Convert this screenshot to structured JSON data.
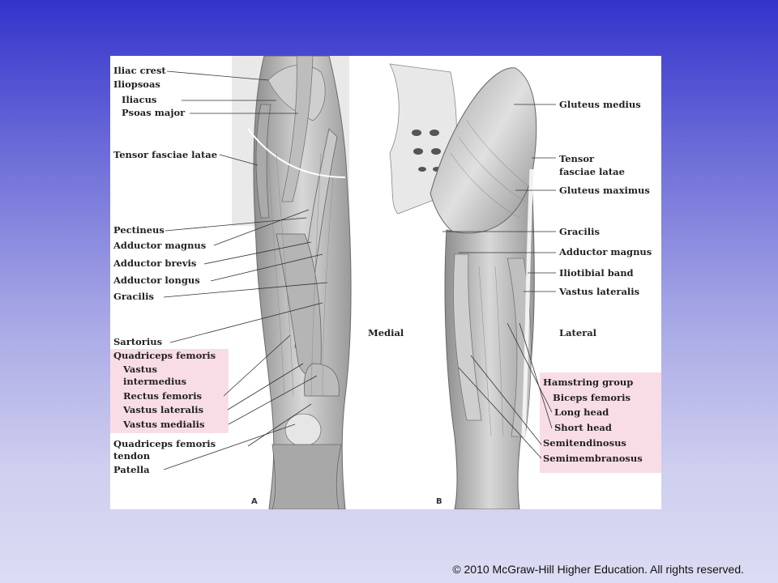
{
  "figure": {
    "a": {
      "labels": {
        "iliac_crest": "Iliac crest",
        "iliopsoas": "Iliopsoas",
        "iliacus": "Iliacus",
        "psoas_major": "Psoas major",
        "tensor_fasciae_latae": "Tensor fasciae latae",
        "pectineus": "Pectineus",
        "adductor_magnus": "Adductor magnus",
        "adductor_brevis": "Adductor brevis",
        "adductor_longus": "Adductor longus",
        "gracilis": "Gracilis",
        "sartorius": "Sartorius",
        "quadriceps_femoris": "Quadriceps femoris",
        "vastus_intermedius_1": "Vastus",
        "vastus_intermedius_2": "intermedius",
        "rectus_femoris": "Rectus femoris",
        "vastus_lateralis": "Vastus lateralis",
        "vastus_medialis": "Vastus medialis",
        "quad_tendon_1": "Quadriceps femoris",
        "quad_tendon_2": "tendon",
        "patella": "Patella"
      },
      "panel_letter": "A"
    },
    "b": {
      "labels": {
        "gluteus_medius": "Gluteus medius",
        "tensor_1": "Tensor",
        "tensor_2": "fasciae latae",
        "gluteus_maximus": "Gluteus maximus",
        "gracilis": "Gracilis",
        "adductor_magnus": "Adductor magnus",
        "iliotibial_band": "Iliotibial band",
        "vastus_lateralis": "Vastus lateralis",
        "medial": "Medial",
        "lateral": "Lateral",
        "hamstring_group": "Hamstring group",
        "biceps_femoris": "Biceps femoris",
        "long_head": "Long head",
        "short_head": "Short head",
        "semitendinosus": "Semitendinosus",
        "semimembranosus": "Semimembranosus"
      },
      "panel_letter": "B"
    },
    "colors": {
      "highlight": "#f9dde6",
      "muscle": "#b9b9b9",
      "text": "#222222"
    }
  },
  "footer": {
    "copyright": "© 2010 McGraw-Hill Higher Education.  All rights reserved."
  }
}
